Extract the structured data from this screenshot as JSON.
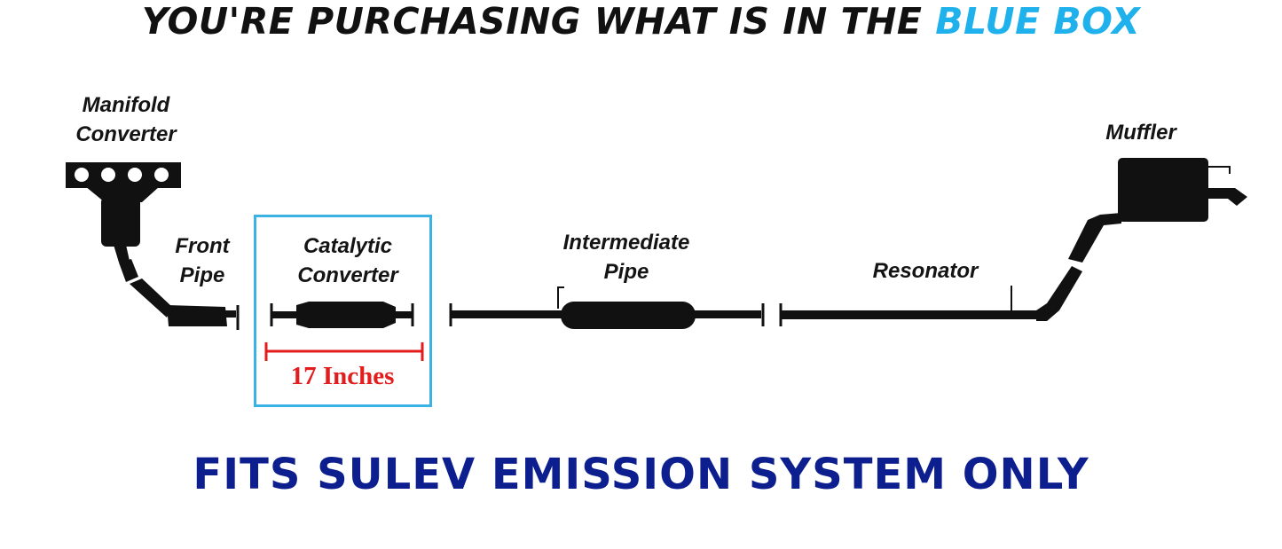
{
  "header": {
    "text_main": "YOU'RE PURCHASING WHAT IS IN THE",
    "text_accent": "BLUE BOX"
  },
  "components": {
    "manifold_converter": [
      "Manifold",
      "Converter"
    ],
    "front_pipe": [
      "Front",
      "Pipe"
    ],
    "catalytic_converter": [
      "Catalytic",
      "Converter"
    ],
    "intermediate_pipe": [
      "Intermediate",
      "Pipe"
    ],
    "resonator": "Resonator",
    "muffler": "Muffler"
  },
  "measurement": {
    "text": "17 Inches"
  },
  "footer": {
    "text": "FITS SULEV EMISSION SYSTEM ONLY"
  },
  "colors": {
    "accent": "#1fb1ec",
    "selection_box": "#3ab2e4",
    "measurement": "#e31d1d",
    "footer": "#0d1f8f",
    "parts": "#111111"
  }
}
